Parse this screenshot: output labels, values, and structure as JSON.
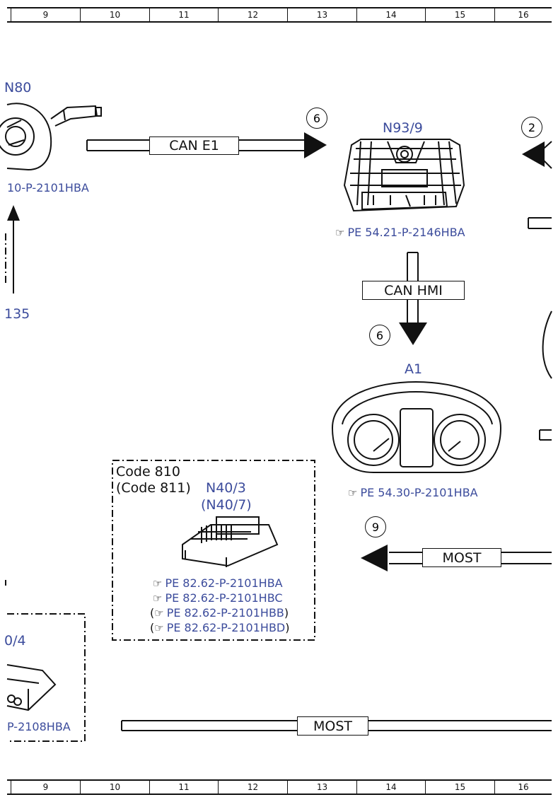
{
  "ruler_numbers": [
    "9",
    "10",
    "11",
    "12",
    "13",
    "14",
    "15",
    "16"
  ],
  "components": {
    "n80": "N80",
    "n93_9": "N93/9",
    "a1": "A1",
    "n40_3": "N40/3",
    "n40_7": "(N40/7)",
    "k135": "135",
    "n40_4": "0/4"
  },
  "references": {
    "n80_ref": "10-P-2101HBA",
    "n93_ref": "PE 54.21-P-2146HBA",
    "a1_ref": "PE 54.30-P-2101HBA",
    "n40_refs": [
      "PE 82.62-P-2101HBA",
      "PE 82.62-P-2101HBC",
      "PE 82.62-P-2101HBB",
      "PE 82.62-P-2101HBD"
    ],
    "n40_4_ref": "P-2108HBA"
  },
  "codes": {
    "code810": "Code 810",
    "code811": "(Code 811)"
  },
  "buses": {
    "can_e1": "CAN E1",
    "can_hmi": "CAN HMI",
    "most_right": "MOST",
    "most_bottom": "MOST"
  },
  "markers": {
    "m6a": "6",
    "m2": "2",
    "m6b": "6",
    "m9": "9"
  },
  "colors": {
    "label": "#3c4c9c",
    "line": "#111111"
  }
}
